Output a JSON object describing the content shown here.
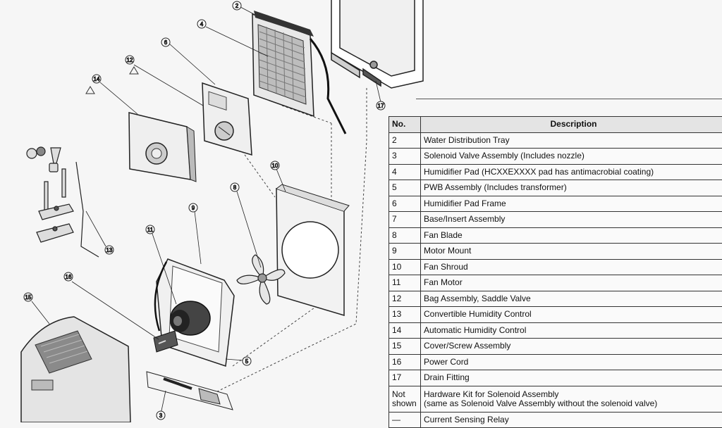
{
  "diagram": {
    "callouts": [
      "2",
      "4",
      "6",
      "12",
      "14",
      "13",
      "10",
      "8",
      "9",
      "11",
      "16",
      "15",
      "5",
      "3",
      "17"
    ],
    "warning_marks": [
      "12",
      "14"
    ]
  },
  "parts_table": {
    "headers": {
      "no": "No.",
      "description": "Description"
    },
    "rows": [
      {
        "no": "2",
        "desc": "Water Distribution Tray"
      },
      {
        "no": "3",
        "desc": "Solenoid Valve Assembly (Includes nozzle)"
      },
      {
        "no": "4",
        "desc": "Humidifier Pad (HCXXEXXXX pad has antimacrobial coating)"
      },
      {
        "no": "5",
        "desc": "PWB Assembly (Includes transformer)"
      },
      {
        "no": "6",
        "desc": "Humidifier Pad Frame"
      },
      {
        "no": "7",
        "desc": "Base/Insert Assembly"
      },
      {
        "no": "8",
        "desc": "Fan Blade"
      },
      {
        "no": "9",
        "desc": "Motor Mount"
      },
      {
        "no": "10",
        "desc": "Fan Shroud"
      },
      {
        "no": "11",
        "desc": "Fan Motor"
      },
      {
        "no": "12",
        "desc": "Bag Assembly, Saddle Valve"
      },
      {
        "no": "13",
        "desc": "Convertible Humidity Control"
      },
      {
        "no": "14",
        "desc": "Automatic Humidity Control"
      },
      {
        "no": "15",
        "desc": "Cover/Screw Assembly"
      },
      {
        "no": "16",
        "desc": "Power Cord"
      },
      {
        "no": "17",
        "desc": "Drain Fitting"
      }
    ],
    "hardware_row": {
      "no_line1": "Not",
      "no_line2": "shown",
      "desc_line1": "Hardware Kit for Solenoid Assembly",
      "desc_line2": "(same as Solenoid Valve Assembly without the solenoid valve)"
    },
    "last_row": {
      "no": "—",
      "desc": "Current Sensing Relay"
    }
  }
}
